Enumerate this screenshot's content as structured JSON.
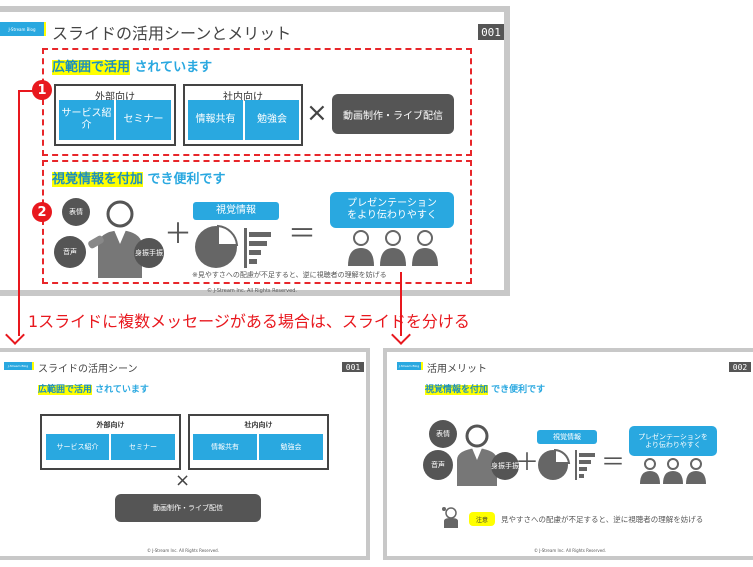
{
  "brand": {
    "logo": "J-Stream Blog",
    "accent": "#29a8e0",
    "highlight": "#ffff00",
    "red": "#e8181e"
  },
  "original": {
    "title": "スライドの活用シーンとメリット",
    "page": "001",
    "section1": {
      "highlight": "広範囲で活用",
      "rest": "されています",
      "badge": "1"
    },
    "external": {
      "label": "外部向け",
      "items": [
        "サービス紹介",
        "セミナー"
      ]
    },
    "internal": {
      "label": "社内向け",
      "items": [
        "情報共有",
        "勉強会"
      ]
    },
    "times": "×",
    "production": "動画制作・ライブ配信",
    "section2": {
      "highlight": "視覚情報を付加",
      "rest": "でき便利です",
      "badge": "2"
    },
    "bubbles": [
      "表情",
      "音声",
      "身振手振"
    ],
    "plus": "＋",
    "visual_label": "視覚情報",
    "equals": "＝",
    "result": "プレゼンテーションをより伝わりやすく",
    "note": "※見やすさへの配慮が不足すると、逆に視聴者の理解を妨げる",
    "copyright": "© J-Stream Inc. All Rights Reserved."
  },
  "caption": "1スライドに複数メッセージがある場合は、スライドを分ける",
  "split1": {
    "title": "スライドの活用シーン",
    "page": "001",
    "highlight": "広範囲で活用",
    "rest": "されています",
    "external": {
      "label": "外部向け",
      "items": [
        "サービス紹介",
        "セミナー"
      ]
    },
    "internal": {
      "label": "社内向け",
      "items": [
        "情報共有",
        "勉強会"
      ]
    },
    "times": "×",
    "production": "動画制作・ライブ配信",
    "copyright": "© J-Stream Inc. All Rights Reserved."
  },
  "split2": {
    "title": "活用メリット",
    "page": "002",
    "highlight": "視覚情報を付加",
    "rest": "でき便利です",
    "bubbles": [
      "表情",
      "音声",
      "身振手振"
    ],
    "plus": "＋",
    "visual_label": "視覚情報",
    "equals": "＝",
    "result": "プレゼンテーションをより伝わりやすく",
    "caution_label": "注意",
    "note": "見やすさへの配慮が不足すると、逆に視聴者の理解を妨げる",
    "copyright": "© J-Stream Inc. All Rights Reserved."
  }
}
